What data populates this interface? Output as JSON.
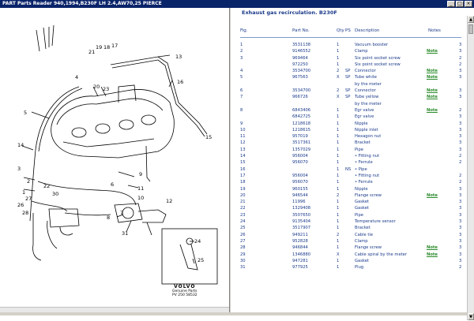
{
  "window": {
    "title": "PART Parts Reader 940,1994,B230F LH 2.4,AW70,25 PIERCE"
  },
  "diagram": {
    "callouts": [
      "21",
      "19",
      "18",
      "17",
      "13",
      "4",
      "20",
      "23",
      "5",
      "16",
      "14",
      "3",
      "9",
      "8",
      "12",
      "15",
      "2",
      "22",
      "1",
      "27",
      "26",
      "28",
      "30",
      "11",
      "10",
      "6",
      "7",
      "31",
      "24",
      "25"
    ],
    "logo_brand": "VOLVO",
    "logo_sub1": "Genuine Parts",
    "logo_sub2": "PV 250 58532"
  },
  "panel": {
    "title": "Exhaust gas recirculation. B230F",
    "headers": {
      "fig": "Fig.",
      "part": "Part No.",
      "qty": "Qty",
      "ps": "PS",
      "desc": "Description",
      "notes": "Notes"
    },
    "rows": [
      {
        "fig": "1",
        "part": "3531138",
        "qty": "1",
        "ps": "",
        "desc": "Vacuum booster",
        "note": "",
        "q2": "3"
      },
      {
        "fig": "2",
        "part": "9146552",
        "qty": "1",
        "ps": "",
        "desc": "Clamp",
        "note": "Note",
        "q2": "3"
      },
      {
        "fig": "3",
        "part": "969464",
        "qty": "1",
        "ps": "",
        "desc": "Six point socket screw",
        "note": "",
        "q2": "2"
      },
      {
        "fig": "",
        "part": "972250",
        "qty": "1",
        "ps": "",
        "desc": "Six point socket screw",
        "note": "",
        "q2": "2"
      },
      {
        "fig": "4",
        "part": "3534700",
        "qty": "2",
        "ps": "SP",
        "desc": "Connector",
        "note": "Note",
        "q2": "3"
      },
      {
        "fig": "5",
        "part": "967563",
        "qty": "X",
        "ps": "SP",
        "desc": "Tube white",
        "note": "Note",
        "q2": "3"
      },
      {
        "fig": "",
        "part": "",
        "qty": "",
        "ps": "",
        "desc": "by the meter",
        "note": "",
        "q2": ""
      },
      {
        "fig": "6",
        "part": "3534700",
        "qty": "2",
        "ps": "SP",
        "desc": "Connector",
        "note": "Note",
        "q2": "3"
      },
      {
        "fig": "7",
        "part": "966726",
        "qty": "X",
        "ps": "SP",
        "desc": "Tube yellow",
        "note": "Note",
        "q2": "3"
      },
      {
        "fig": "",
        "part": "",
        "qty": "",
        "ps": "",
        "desc": "by the meter",
        "note": "",
        "q2": ""
      },
      {
        "fig": "8",
        "part": "6843406",
        "qty": "1",
        "ps": "",
        "desc": "Egr valve",
        "note": "Note",
        "q2": "2"
      },
      {
        "fig": "",
        "part": "6842725",
        "qty": "1",
        "ps": "",
        "desc": "Egr valve",
        "note": "",
        "q2": "3"
      },
      {
        "fig": "9",
        "part": "1218618",
        "qty": "1",
        "ps": "",
        "desc": "Nipple",
        "note": "",
        "q2": "3"
      },
      {
        "fig": "10",
        "part": "1218615",
        "qty": "1",
        "ps": "",
        "desc": "Nipple inlet",
        "note": "",
        "q2": "3"
      },
      {
        "fig": "11",
        "part": "957019",
        "qty": "1",
        "ps": "",
        "desc": "Hexagon nut",
        "note": "",
        "q2": "3"
      },
      {
        "fig": "12",
        "part": "3517361",
        "qty": "1",
        "ps": "",
        "desc": "Bracket",
        "note": "",
        "q2": "3"
      },
      {
        "fig": "13",
        "part": "1357029",
        "qty": "1",
        "ps": "",
        "desc": "Pipe",
        "note": "",
        "q2": "3"
      },
      {
        "fig": "14",
        "part": "956004",
        "qty": "1",
        "ps": "",
        "desc": "• Fitting nut",
        "note": "",
        "q2": "2"
      },
      {
        "fig": "15",
        "part": "956070",
        "qty": "1",
        "ps": "",
        "desc": "• Ferrule",
        "note": "",
        "q2": "2"
      },
      {
        "fig": "16",
        "part": "",
        "qty": "1",
        "ps": "NS",
        "desc": "• Pipe",
        "note": "",
        "q2": ""
      },
      {
        "fig": "17",
        "part": "956004",
        "qty": "1",
        "ps": "",
        "desc": "• Fitting nut",
        "note": "",
        "q2": "2"
      },
      {
        "fig": "18",
        "part": "956070",
        "qty": "1",
        "ps": "",
        "desc": "• Ferrule",
        "note": "",
        "q2": "2"
      },
      {
        "fig": "19",
        "part": "960155",
        "qty": "1",
        "ps": "",
        "desc": "Nipple",
        "note": "",
        "q2": "3"
      },
      {
        "fig": "20",
        "part": "946544",
        "qty": "2",
        "ps": "",
        "desc": "Flange screw",
        "note": "Note",
        "q2": "3"
      },
      {
        "fig": "21",
        "part": "11996",
        "qty": "1",
        "ps": "",
        "desc": "Gasket",
        "note": "",
        "q2": "3"
      },
      {
        "fig": "22",
        "part": "1329408",
        "qty": "1",
        "ps": "",
        "desc": "Gasket",
        "note": "",
        "q2": "3"
      },
      {
        "fig": "23",
        "part": "3507650",
        "qty": "1",
        "ps": "",
        "desc": "Pipe",
        "note": "",
        "q2": "3"
      },
      {
        "fig": "24",
        "part": "9135404",
        "qty": "1",
        "ps": "",
        "desc": "Temperature sensor",
        "note": "",
        "q2": "3"
      },
      {
        "fig": "25",
        "part": "3517907",
        "qty": "1",
        "ps": "",
        "desc": "Bracket",
        "note": "",
        "q2": "3"
      },
      {
        "fig": "26",
        "part": "949211",
        "qty": "2",
        "ps": "",
        "desc": "Cable tie",
        "note": "",
        "q2": "3"
      },
      {
        "fig": "27",
        "part": "952828",
        "qty": "1",
        "ps": "",
        "desc": "Clamp",
        "note": "",
        "q2": "3"
      },
      {
        "fig": "28",
        "part": "946844",
        "qty": "1",
        "ps": "",
        "desc": "Flange screw",
        "note": "Note",
        "q2": "3"
      },
      {
        "fig": "29",
        "part": "1346880",
        "qty": "X",
        "ps": "",
        "desc": "Cable spiral by the meter",
        "note": "Note",
        "q2": "3"
      },
      {
        "fig": "30",
        "part": "947281",
        "qty": "1",
        "ps": "",
        "desc": "Gasket",
        "note": "",
        "q2": "3"
      },
      {
        "fig": "31",
        "part": "977925",
        "qty": "1",
        "ps": "",
        "desc": "Plug",
        "note": "",
        "q2": "2"
      }
    ]
  }
}
